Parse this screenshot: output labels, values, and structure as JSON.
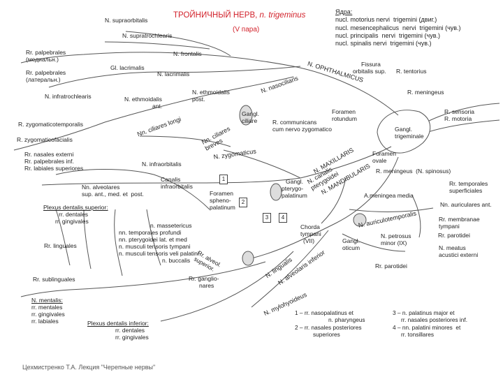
{
  "title": {
    "main": "ТРОЙНИЧНЫЙ НЕРВ, ",
    "latin": "n. trigeminus",
    "sub": "(V пара)"
  },
  "nuclei": {
    "header": "Ядра:",
    "items": [
      "nucl. motorius nervi  trigemini (двиг.)",
      "nucl. mesencephalicus  nervi  trigemini (чув.)",
      "nucl. principalis  nervi  trigemini (чув.)",
      "nucl. spinalis nervi  trigemini (чув.)"
    ]
  },
  "labels": {
    "supraorbitalis": "N. supraorbitalis",
    "supratrochlearis": "N. supratrochlearis",
    "palpebrales_med": [
      "Rr. palpebrales",
      "(медиальн.)"
    ],
    "frontalis": "N. frontalis",
    "gl_lacrimalis": "Gl. lacrimalis",
    "n_lacrimalis": "N. lacrimalis",
    "palpebrales_lat": [
      "Rr. palpebrales",
      "(латеральн.)"
    ],
    "infratrochlearis": "N. infratrochlearis",
    "ethmoidalis_ant": [
      "N. ethmoidalis",
      "ant."
    ],
    "ethmoidalis_post": [
      "N. ethmoidalis",
      "post."
    ],
    "gang_ciliare": [
      "Gangl.",
      "ciliare"
    ],
    "zygomaticotemporalis": "R. zygomaticotemporalis",
    "zygomaticofacialis": "R. zygomaticofacialis",
    "nasales_group": [
      "Rr. nasales externi",
      "Rr. palpebrales inf.",
      "Rr. labiales superiores"
    ],
    "infraorbitalis": "N. infraorbitalis",
    "canalis": [
      "Canalis",
      "infraorbitalis"
    ],
    "alveolares": [
      "Nn. alveolares",
      "sup. ant., med. et  post."
    ],
    "plexus_sup": [
      "Plexus dentalis superior:",
      "rr. dentales",
      "rr. gingivales"
    ],
    "linguales": "Rr. linguales",
    "sublinguales": "Rr. sublinguales",
    "mentalis": [
      "N. mentalis:",
      "rr. mentales",
      "rr. gingivales",
      "rr. labiales"
    ],
    "plexus_inf": [
      "Plexus dentalis inferior:",
      "rr. dentales",
      "rr. gingivales"
    ],
    "foramen_spheno": [
      "Foramen",
      "spheno-",
      "palatinum"
    ],
    "masseter_group": [
      "n. massetericus",
      "nn. temporales profundi",
      "nn. pterygoidei lat. et med",
      "n. musculi tensoris tympani",
      "n. musculi tensoris veli palatini",
      "n. buccalis"
    ],
    "ganglionares": [
      "Rr. ganglio-",
      "nares"
    ],
    "communicans": [
      "R. communicans",
      "cum nervo zygomatico"
    ],
    "gang_ptery": [
      "Gangl.",
      "pterygo-",
      "palatinum"
    ],
    "chorda": [
      "Chorda",
      "tympani",
      "(VII)"
    ],
    "gang_oticum": [
      "Gangl.",
      "oticum"
    ],
    "fissura": [
      "Fissura",
      "orbitalis sup."
    ],
    "tentorius": "R. tentorius",
    "meningeus": "R. meningeus",
    "foramen_rot": [
      "Foramen",
      "rotundum"
    ],
    "sens_mot": [
      "R. sensoria",
      "R. motoria"
    ],
    "gang_trig": [
      "Gangl.",
      "trigeminale"
    ],
    "foramen_ovale": [
      "Foramen",
      "ovale"
    ],
    "meningeus_spin": "R. meningeus  (N. spinosus)",
    "temporales_sup": [
      "Rr. temporales",
      "superficiales"
    ],
    "meningea_media": "A.meningea media",
    "auriculares_ant": "Nn. auriculares ant.",
    "membranae": [
      "Rr. membranae",
      "tympani"
    ],
    "parotidei": "Rr. parotidei",
    "petrosus": [
      "N. petrosus",
      "minor (IX)"
    ],
    "meatus": [
      "N. meatus",
      "acustici externi"
    ],
    "r_parotidei": "Rr. parotidei"
  },
  "rotated": {
    "ophthalmicus": "N. OPHTHALMICUS",
    "nasociliaris": "N. nasociliaris",
    "ciliares_longi": "Nn. ciliares longi",
    "ciliares_breves": [
      "Nn. ciliares",
      "breves"
    ],
    "zygomaticus": "N. zygomaticus",
    "maxillaris": "N. MAXILLARIS",
    "canalis_ptery": [
      "N. canalis",
      "pterygoidei"
    ],
    "mandibularis": "N. MANDIBULARIS",
    "auriculotemporalis": "N. auriculotemporalis",
    "alv_sup": [
      "Rr. alveol.",
      "superior."
    ],
    "lingualis": "N. lingualis",
    "alv_inf": "N. alveolaris inferior",
    "mylohyoideus": "N. mylohyoideus"
  },
  "markers": [
    "1",
    "2",
    "3",
    "4"
  ],
  "legend": {
    "l0": "1 – rr. nasopalatinus et",
    "l1": "n. pharyngeus",
    "l2": "2 – rr. nasales posteriores",
    "l3": "superiores",
    "r0": "3 – n. palatinus major et",
    "r1": "rr. nasales posteriores inf.",
    "r2": "4 – nn. palatini minores  et",
    "r3": "rr. tonsillares"
  },
  "footer": "Цехмистренко Т.А. Лекция \"Черепные нервы\""
}
